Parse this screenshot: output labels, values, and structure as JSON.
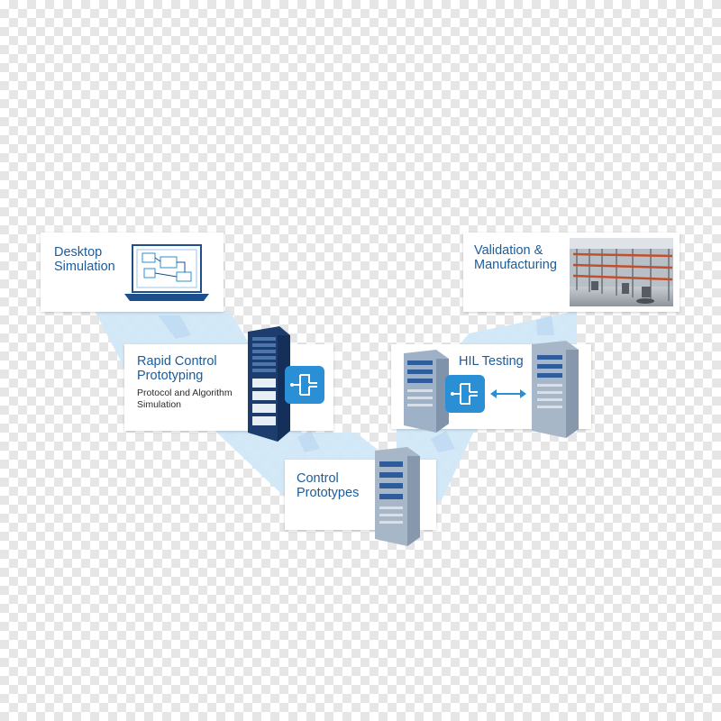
{
  "colors": {
    "flow": "#cfe6f7",
    "brand_blue": "#1b5c9a",
    "server_navy": "#1c3d6e",
    "server_gray": "#a8b7c8",
    "icon_blue": "#2b8fd6"
  },
  "stages": {
    "desktop_simulation": {
      "title": "Desktop\nSimulation",
      "icon": "laptop-schematic-icon"
    },
    "rapid_control_prototyping": {
      "title": "Rapid Control\nPrototyping",
      "subtitle": "Protocol and Algorithm\nSimulation",
      "icon": "server-rack-icon"
    },
    "control_prototypes": {
      "title": "Control\nPrototypes",
      "icon": "server-rack-icon"
    },
    "hil_testing": {
      "title": "HIL Testing",
      "icon": "hil-rig-icon"
    },
    "validation_manufacturing": {
      "title": "Validation &\nManufacturing",
      "icon": "factory-photo-icon"
    }
  }
}
